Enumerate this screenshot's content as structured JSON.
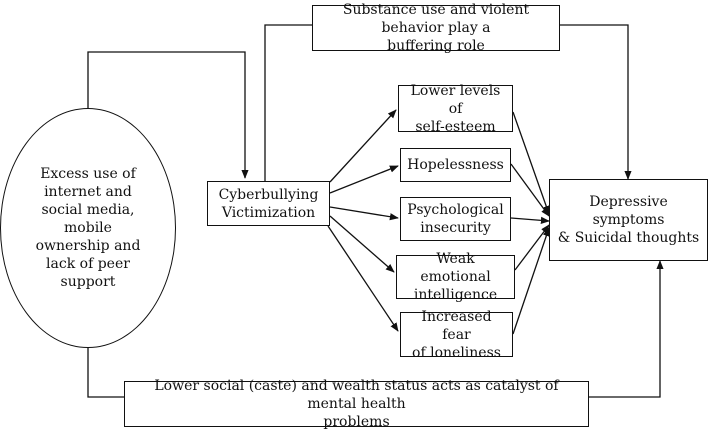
{
  "diagram": {
    "nodes": {
      "excess_use": "Excess use of\ninternet and\nsocial media,\nmobile\nownership and\nlack of peer\nsupport",
      "cyberbullying": "Cyberbullying\nVictimization",
      "substance": "Substance use and violent behavior play a\nbuffering role",
      "self_esteem": "Lower levels of\nself-esteem",
      "hopelessness": "Hopelessness",
      "psych_insecurity": "Psychological\ninsecurity",
      "emotional_intel": "Weak emotional\nintelligence",
      "fear_loneliness": "Increased fear\nof loneliness",
      "depressive": "Depressive symptoms\n& Suicidal thoughts",
      "social_status": "Lower social (caste) and wealth status acts as catalyst of mental health\nproblems"
    },
    "edges": [
      [
        "excess_use",
        "cyberbullying"
      ],
      [
        "cyberbullying",
        "substance"
      ],
      [
        "substance",
        "depressive"
      ],
      [
        "cyberbullying",
        "self_esteem"
      ],
      [
        "cyberbullying",
        "hopelessness"
      ],
      [
        "cyberbullying",
        "psych_insecurity"
      ],
      [
        "cyberbullying",
        "emotional_intel"
      ],
      [
        "cyberbullying",
        "fear_loneliness"
      ],
      [
        "self_esteem",
        "depressive"
      ],
      [
        "hopelessness",
        "depressive"
      ],
      [
        "psych_insecurity",
        "depressive"
      ],
      [
        "emotional_intel",
        "depressive"
      ],
      [
        "fear_loneliness",
        "depressive"
      ],
      [
        "excess_use",
        "social_status"
      ],
      [
        "social_status",
        "depressive"
      ]
    ],
    "line_color": "#111111"
  }
}
